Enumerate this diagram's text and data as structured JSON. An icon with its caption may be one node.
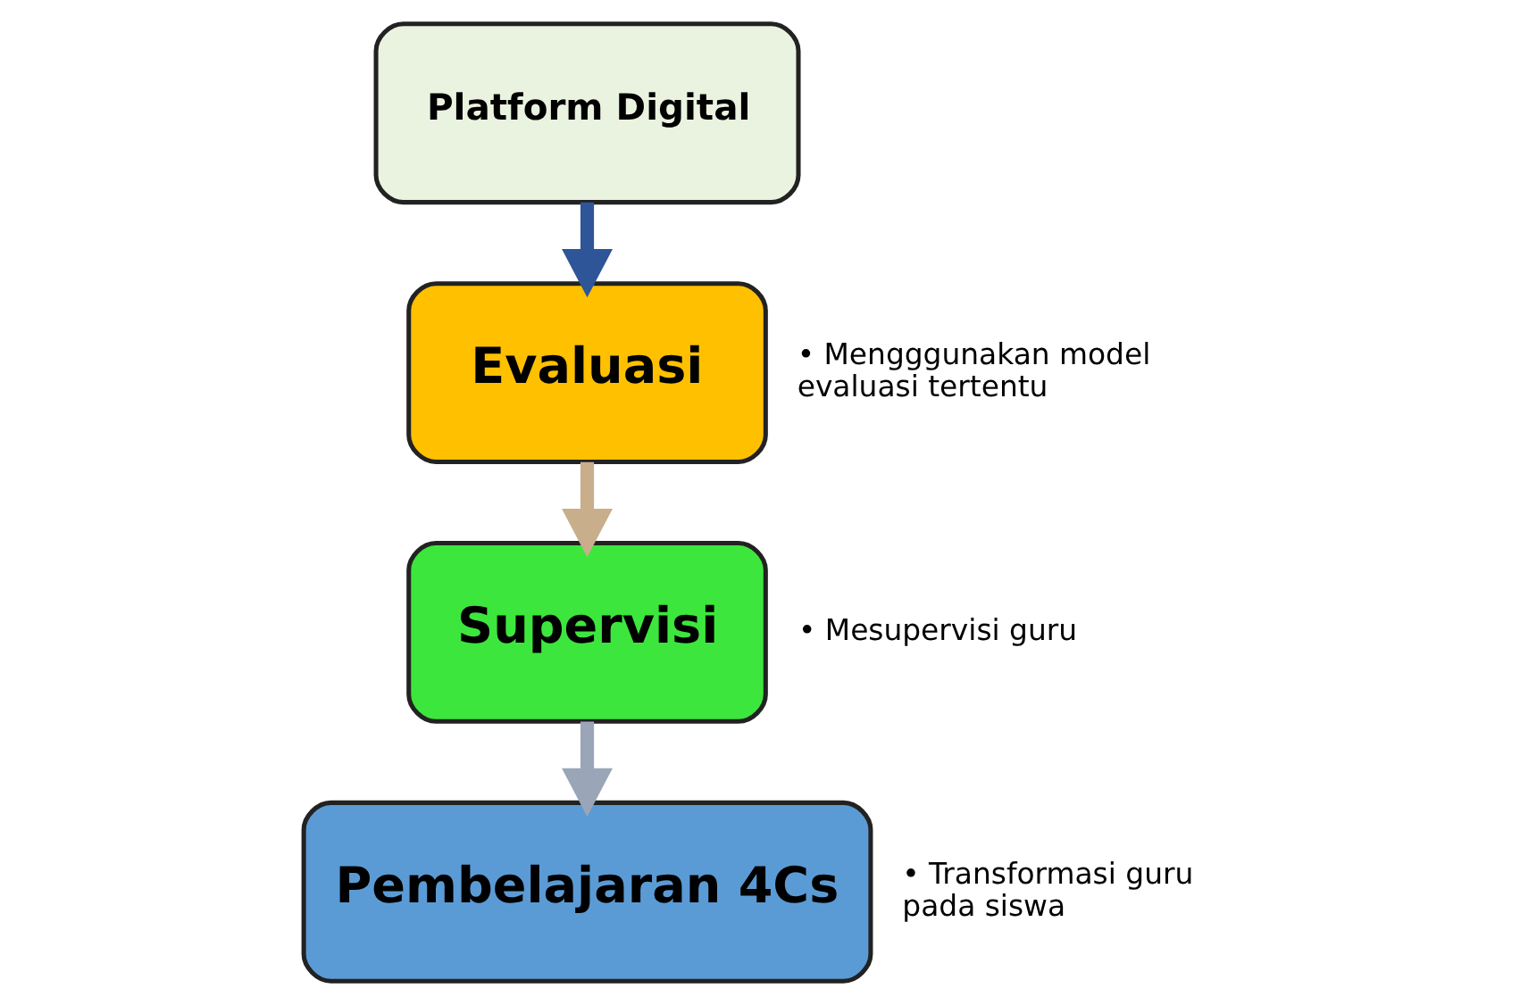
{
  "diagram": {
    "nodes": [
      {
        "text": [
          "Platform Digital"
        ]
      },
      {
        "text": [
          "Evaluasi"
        ],
        "beside": [
          "• Mengggunakan model evaluasi tertentu"
        ]
      },
      {
        "text": [
          "Supervisi"
        ],
        "beside": [
          "• Mesupervisi guru"
        ]
      },
      {
        "text": [
          "Pembelajaran 4Cs"
        ],
        "beside": [
          "• Transformasi guru pada siswa"
        ]
      }
    ],
    "edges": [
      {
        "from": 0,
        "to": 1,
        "arrow": "to",
        "color": "#2e5597"
      },
      {
        "from": 1,
        "to": 2,
        "arrow": "to",
        "color": "#c8ae8a"
      },
      {
        "from": 2,
        "to": 3,
        "arrow": "to",
        "color": "#9aa6b8"
      }
    ]
  }
}
